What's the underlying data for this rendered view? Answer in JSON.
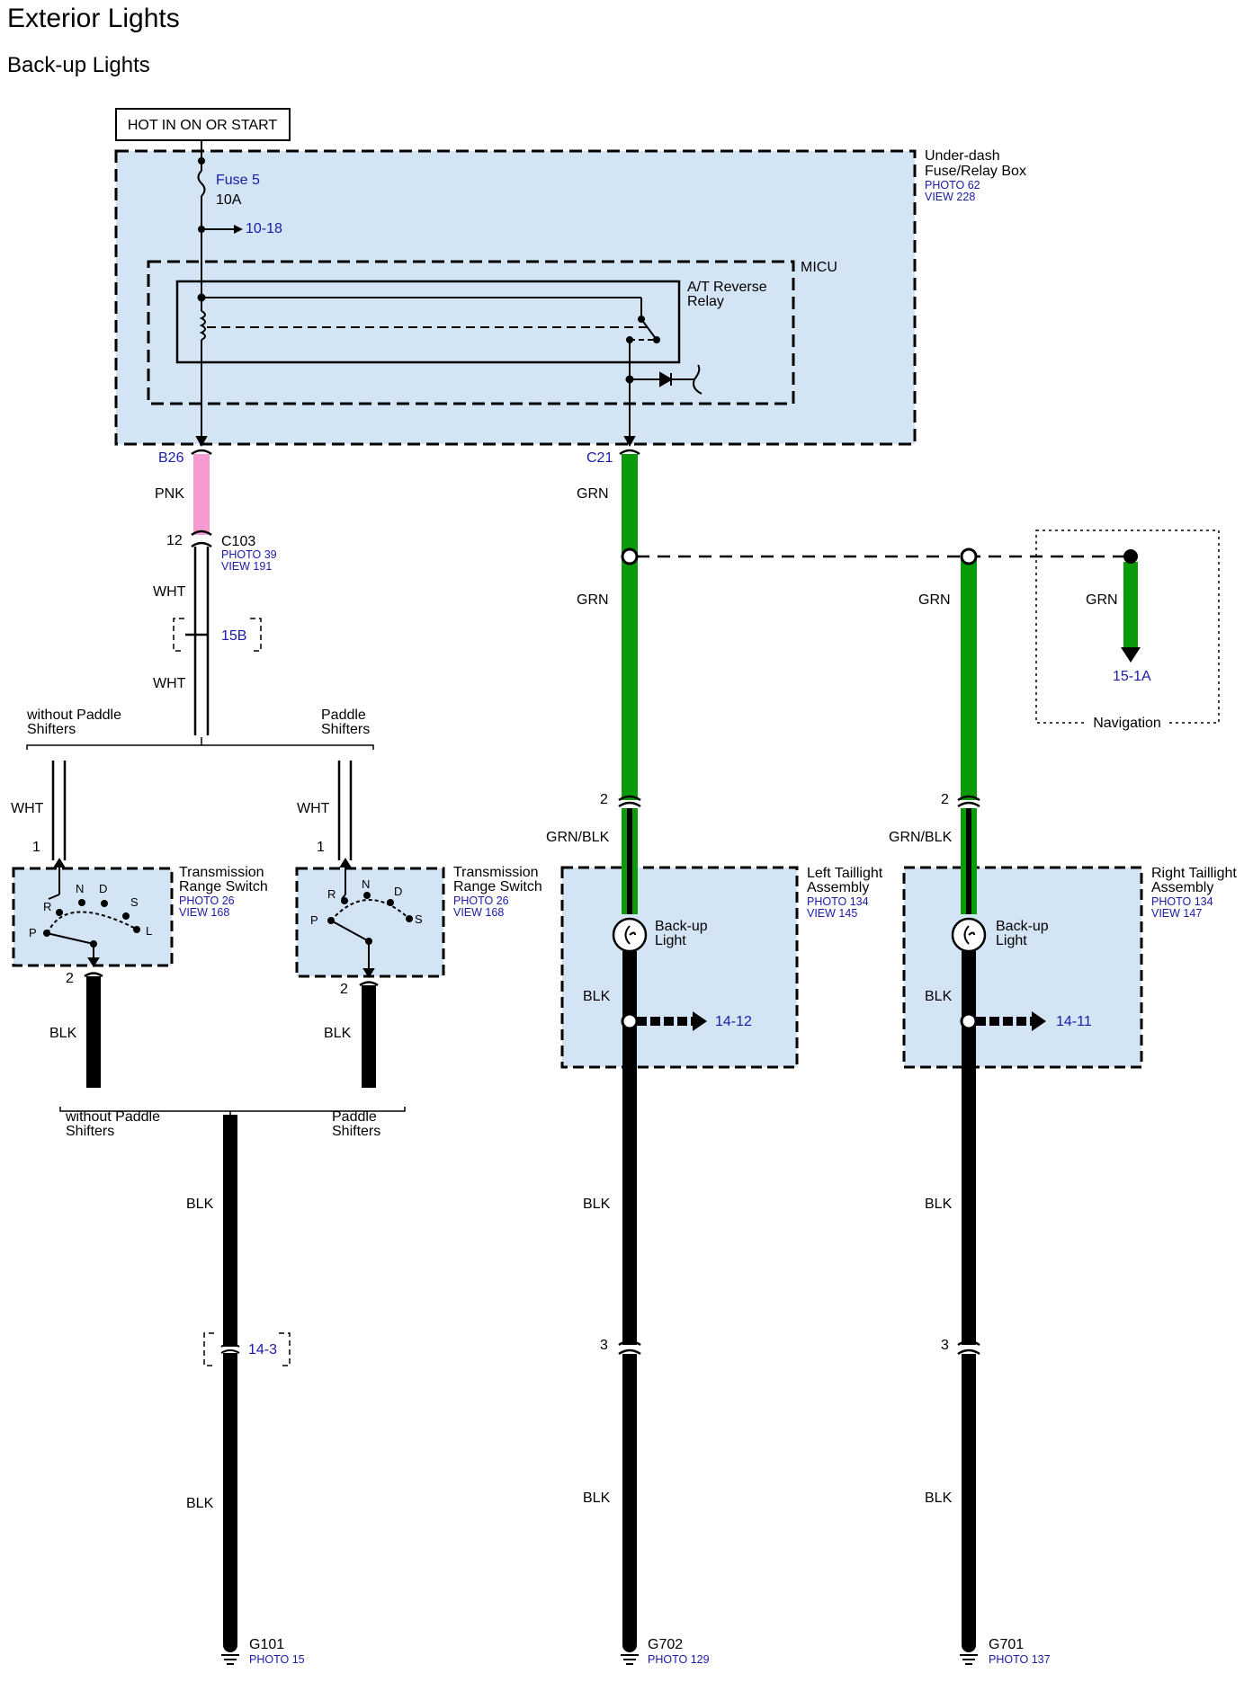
{
  "header": {
    "title": "Exterior Lights",
    "subtitle": "Back-up Lights"
  },
  "power": {
    "label": "HOT IN ON OR START"
  },
  "fuse_box": {
    "name_line1": "Under-dash",
    "name_line2": "Fuse/Relay Box",
    "photo": "PHOTO 62",
    "view": "VIEW 228",
    "fuse": "Fuse 5",
    "rating": "10A",
    "ref": "10-18"
  },
  "micu": {
    "label": "MICU"
  },
  "relay": {
    "line1": "A/T Reverse",
    "line2": "Relay"
  },
  "terminals": {
    "b26": "B26",
    "c21": "C21"
  },
  "wires": {
    "pnk": "PNK",
    "wht1": "WHT",
    "wht2": "WHT",
    "wht3": "WHT",
    "wht4": "WHT",
    "grn1": "GRN",
    "grn2": "GRN",
    "grn3": "GRN",
    "grn4": "GRN",
    "grnblk1": "GRN/BLK",
    "grnblk2": "GRN/BLK",
    "blk1": "BLK",
    "blk2": "BLK",
    "blk3": "BLK",
    "blk4": "BLK",
    "blk5": "BLK",
    "blk6": "BLK",
    "blk7": "BLK",
    "blk8": "BLK",
    "blk9": "BLK"
  },
  "connectors": {
    "c103": {
      "pin": "12",
      "name": "C103",
      "photo": "PHOTO 39",
      "view": "VIEW 191"
    },
    "ref15b": "15B",
    "ref143": "14-3",
    "ref1412": "14-12",
    "ref1411": "14-11",
    "ref151a": "15-1A"
  },
  "options": {
    "without_line1": "without Paddle",
    "without_line2": "Shifters",
    "paddle_line1": "Paddle",
    "paddle_line2": "Shifters"
  },
  "switch_left": {
    "name_line1": "Transmission",
    "name_line2": "Range Switch",
    "photo": "PHOTO 26",
    "view": "VIEW 168",
    "pin_top": "1",
    "pin_bottom": "2",
    "positions": [
      "P",
      "R",
      "N",
      "D",
      "S",
      "L"
    ]
  },
  "switch_right": {
    "name_line1": "Transmission",
    "name_line2": "Range Switch",
    "photo": "PHOTO 26",
    "view": "VIEW 168",
    "pin_top": "1",
    "pin_bottom": "2",
    "positions": [
      "P",
      "R",
      "N",
      "D",
      "S"
    ]
  },
  "left_taillight": {
    "name_line1": "Left Taillight",
    "name_line2": "Assembly",
    "photo": "PHOTO 134",
    "view": "VIEW 145",
    "pin_top": "2",
    "pin_bottom": "3",
    "bulb_line1": "Back-up",
    "bulb_line2": "Light"
  },
  "right_taillight": {
    "name_line1": "Right Taillight",
    "name_line2": "Assembly",
    "photo": "PHOTO 134",
    "view": "VIEW 147",
    "pin_top": "2",
    "pin_bottom": "3",
    "bulb_line1": "Back-up",
    "bulb_line2": "Light"
  },
  "navigation": {
    "label": "Navigation"
  },
  "grounds": {
    "g101": {
      "name": "G101",
      "photo": "PHOTO 15"
    },
    "g702": {
      "name": "G702",
      "photo": "PHOTO 129"
    },
    "g701": {
      "name": "G701",
      "photo": "PHOTO 137"
    }
  },
  "colors": {
    "box_fill": "#d3e4f5",
    "green_wire": "#0a9a0a",
    "pink_wire": "#f59bd0",
    "ref_blue": "#1a1aa8"
  }
}
